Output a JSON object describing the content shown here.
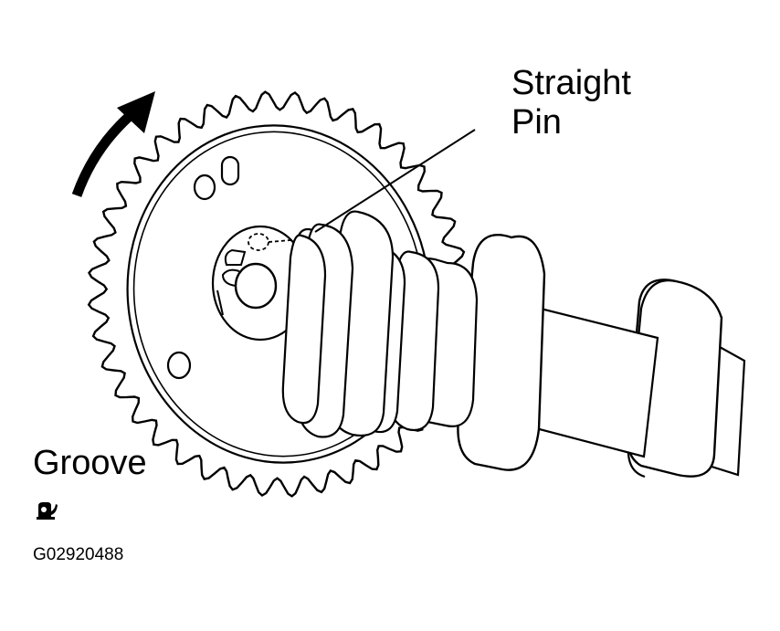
{
  "labels": {
    "straight_pin": [
      "Straight",
      "Pin"
    ],
    "groove": "Groove",
    "figure_code": "G02920488"
  },
  "icons": [
    "rotation-arrow-icon",
    "sealant-icon"
  ],
  "colors": {
    "ink": "#000000",
    "paper": "#ffffff"
  }
}
